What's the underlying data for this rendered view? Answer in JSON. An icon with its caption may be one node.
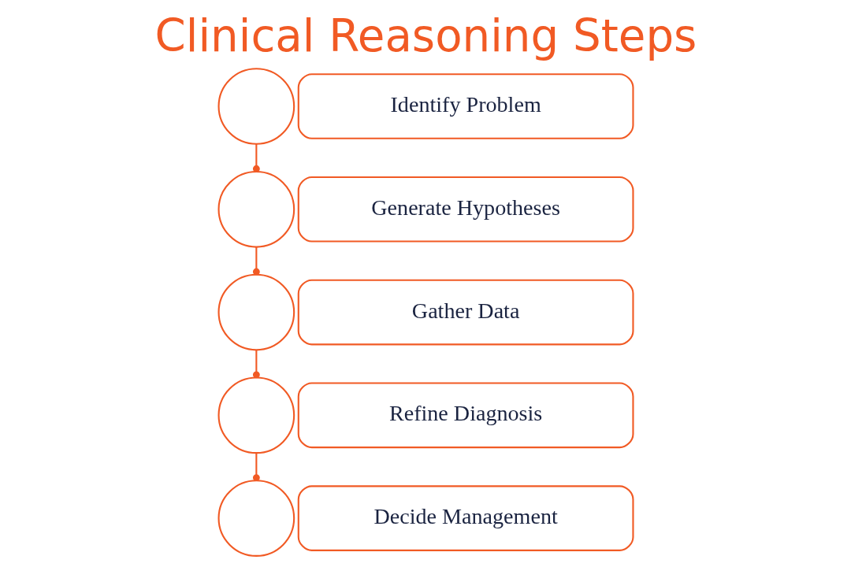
{
  "diagram": {
    "title": "Clinical Reasoning Steps",
    "nodes": [
      {
        "text": [],
        "shape": "circle"
      },
      {
        "text": [
          "Identify Problem"
        ]
      },
      {
        "text": [],
        "shape": "circle"
      },
      {
        "text": [
          "Generate Hypotheses"
        ]
      },
      {
        "text": [],
        "shape": "circle"
      },
      {
        "text": [
          "Gather Data"
        ]
      },
      {
        "text": [],
        "shape": "circle"
      },
      {
        "text": [
          "Refine Diagnosis"
        ]
      },
      {
        "text": [],
        "shape": "circle"
      },
      {
        "text": [
          "Decide Management"
        ]
      }
    ],
    "edges": [
      {
        "from": 0,
        "to": 2,
        "arrow": "other"
      },
      {
        "from": 2,
        "to": 4,
        "arrow": "other"
      },
      {
        "from": 4,
        "to": 6,
        "arrow": "other"
      },
      {
        "from": 6,
        "to": 8,
        "arrow": "other"
      }
    ]
  }
}
